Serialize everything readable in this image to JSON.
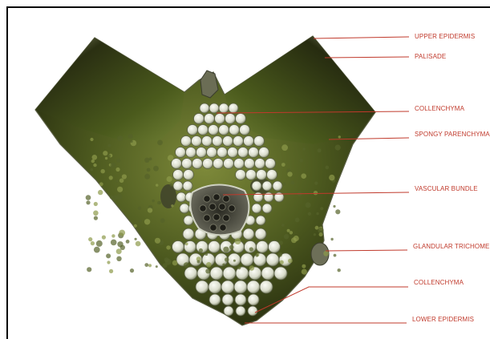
{
  "colors": {
    "label_text": "#c0392b",
    "leader_line": "#c0392b",
    "frame": "#000000",
    "tissue_dark": "#3b4418",
    "tissue_light": "#eef0e6"
  },
  "labels": [
    "UPPER EPIDERMIS",
    "PALISADE",
    "COLLENCHYMA",
    "SPONGY PARENCHYMA",
    "VASCULAR BUNDLE",
    "GLANDULAR TRICHOME",
    "COLLENCHYMA",
    "LOWER EPIDERMIS"
  ]
}
